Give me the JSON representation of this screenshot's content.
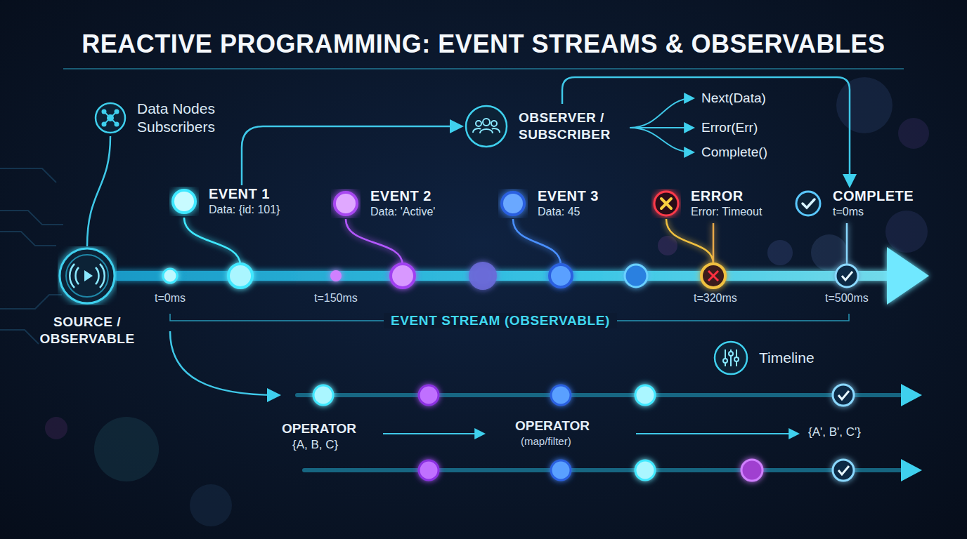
{
  "diagram": {
    "title": "REACTIVE PROGRAMMING: EVENT STREAMS & OBSERVABLES",
    "nodes": [
      {
        "text": [
          "Data Nodes Subscribers"
        ]
      },
      {
        "text": [
          "OBSERVER / SUBSCRIBER"
        ]
      },
      {
        "text": [
          "SOURCE / OBSERVABLE"
        ]
      },
      {
        "text": [
          "EVENT 1",
          "Data: {id: 101}"
        ]
      },
      {
        "text": [
          "EVENT 2",
          "Data: 'Active'"
        ]
      },
      {
        "text": [
          "EVENT 3",
          "Data: 45"
        ]
      },
      {
        "text": [
          "ERROR",
          "Error: Timeout"
        ]
      },
      {
        "text": [
          "COMPLETE",
          "t=0ms"
        ]
      },
      {
        "text": [
          "Timeline"
        ]
      }
    ],
    "edges": [
      {
        "from": 0,
        "to": 2,
        "arrow": "none"
      },
      {
        "from": 3,
        "to": 1,
        "arrow": "to"
      },
      {
        "from": 1,
        "to": 7,
        "arrow": "to"
      }
    ],
    "labels": [
      "t=0ms",
      "t=150ms",
      "t=320ms",
      "t=500ms",
      "EVENT STREAM (OBSERVABLE)",
      "Next(Data)",
      "Error(Err)",
      "Complete()",
      "OPERATOR",
      "{A, B, C}",
      "OPERATOR",
      "(map/filter)",
      "{A', B', C'}"
    ]
  }
}
